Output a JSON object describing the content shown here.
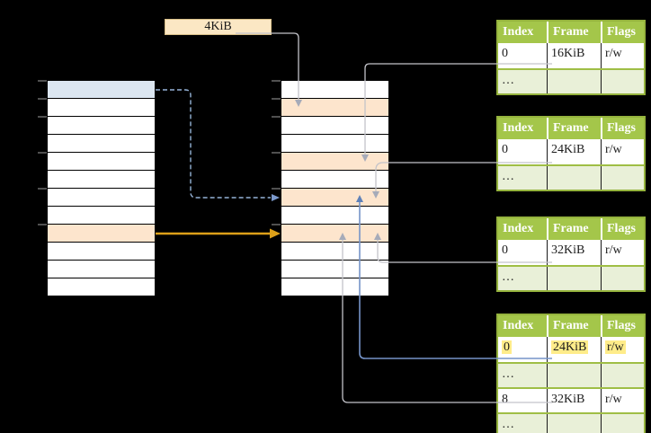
{
  "page_size_label": {
    "text": "4KiB",
    "bg": "#fbe7c4"
  },
  "memory_columns": {
    "left": {
      "rows": 12,
      "highlighted": {
        "blue": [
          0
        ],
        "orange": [
          8
        ]
      }
    },
    "middle": {
      "rows": 12,
      "highlighted": {
        "orange": [
          1,
          4,
          6,
          8
        ]
      }
    }
  },
  "page_tables": [
    {
      "headers": [
        "Index",
        "Frame",
        "Flags"
      ],
      "rows": [
        {
          "cells": [
            "0",
            "16KiB",
            "r/w"
          ],
          "style": "white"
        },
        {
          "cells": [
            "…",
            "",
            ""
          ],
          "style": "green"
        }
      ]
    },
    {
      "headers": [
        "Index",
        "Frame",
        "Flags"
      ],
      "rows": [
        {
          "cells": [
            "0",
            "24KiB",
            "r/w"
          ],
          "style": "white"
        },
        {
          "cells": [
            "…",
            "",
            ""
          ],
          "style": "green"
        }
      ]
    },
    {
      "headers": [
        "Index",
        "Frame",
        "Flags"
      ],
      "rows": [
        {
          "cells": [
            "0",
            "32KiB",
            "r/w"
          ],
          "style": "white"
        },
        {
          "cells": [
            "…",
            "",
            ""
          ],
          "style": "green"
        }
      ]
    },
    {
      "headers": [
        "Index",
        "Frame",
        "Flags"
      ],
      "rows": [
        {
          "cells": [
            "0",
            "24KiB",
            "r/w"
          ],
          "style": "white",
          "highlighted": true
        },
        {
          "cells": [
            "…",
            "",
            ""
          ],
          "style": "green"
        },
        {
          "cells": [
            "8",
            "32KiB",
            "r/w"
          ],
          "style": "white"
        },
        {
          "cells": [
            "…",
            "",
            ""
          ],
          "style": "green"
        }
      ]
    }
  ],
  "connections": [
    {
      "from": "page-size-label",
      "to": "middle-row-1",
      "style": "gray-arrow"
    },
    {
      "from": "page-table-16kib-row-0",
      "to": "middle-row-4",
      "style": "gray-arrow"
    },
    {
      "from": "page-table-24kib-row-0",
      "to": "middle-row-6",
      "style": "gray-arrow"
    },
    {
      "from": "page-table-32kib-row-0",
      "to": "middle-row-8",
      "style": "gray-arrow"
    },
    {
      "from": "page-table-level2-row-0",
      "to": "middle-row-6",
      "style": "blue-solid-arrow"
    },
    {
      "from": "page-table-level2-row-8",
      "to": "middle-row-8",
      "style": "gray-arrow"
    },
    {
      "from": "left-row-0",
      "to": "middle-row-6",
      "style": "blue-dashed-arrow"
    },
    {
      "from": "left-row-8",
      "to": "middle-row-8",
      "style": "orange-arrow"
    }
  ],
  "colors": {
    "background": "#000000",
    "row_blue": "#dce6f1",
    "row_orange": "#fde5cd",
    "table_header_green": "#a4c64a",
    "table_row_green": "#e9f0d8",
    "table_border_green": "#95b33d",
    "highlight_yellow": "#ffec8a",
    "arrow_gray": "#c3c3c9",
    "arrow_blue": "#7593c8",
    "arrow_blue_dashed": "#95b3d7",
    "arrow_orange": "#dda019"
  }
}
